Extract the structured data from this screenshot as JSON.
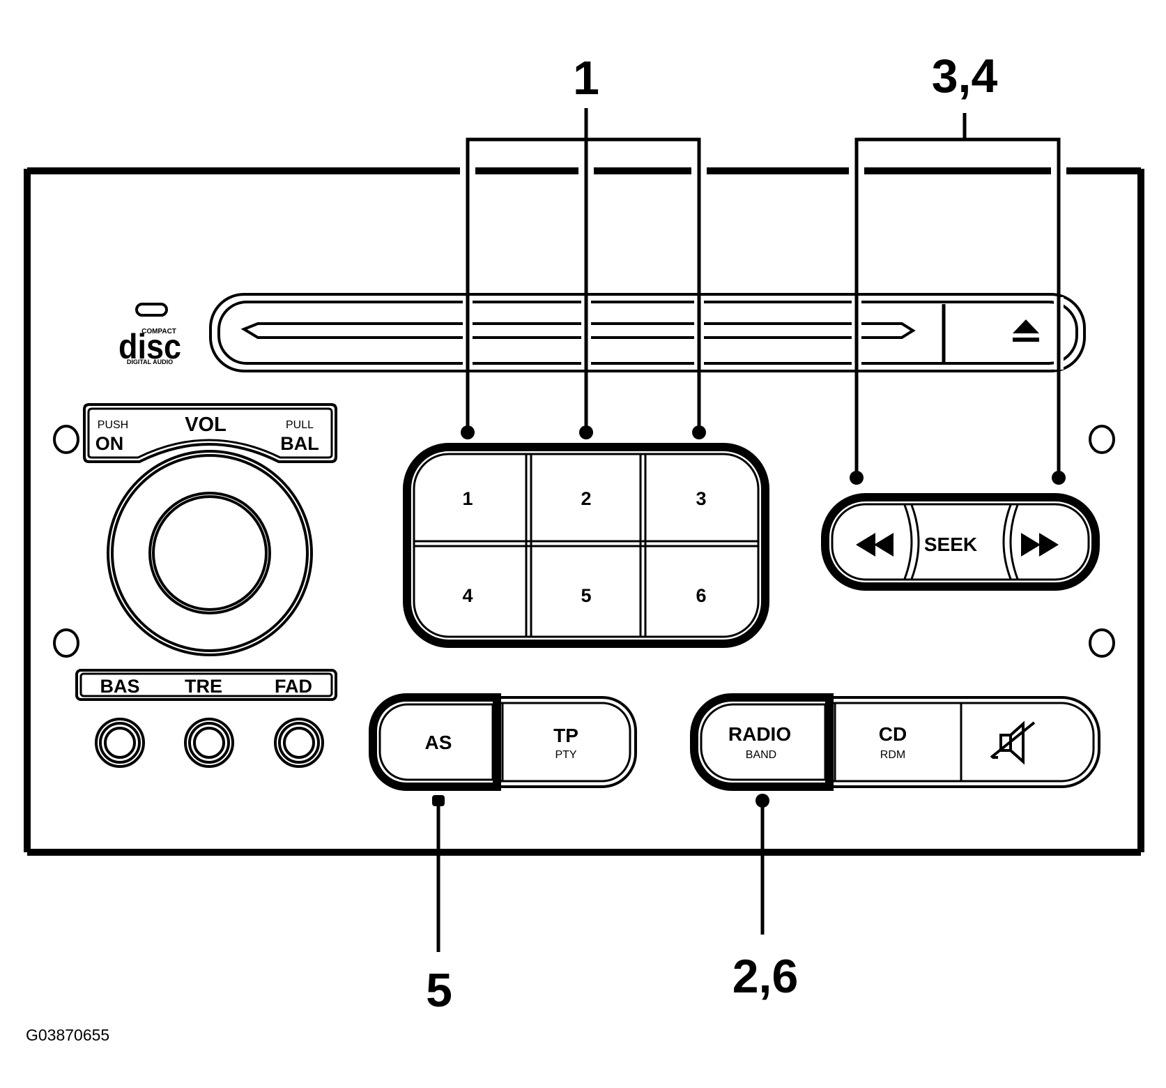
{
  "callouts": {
    "presets": "1",
    "seek": "3,4",
    "as": "5",
    "radio": "2,6"
  },
  "cd_logo": {
    "line1": "COMPACT",
    "main": "disc",
    "line2": "DIGITAL AUDIO"
  },
  "volume": {
    "push": "PUSH",
    "on": "ON",
    "vol": "VOL",
    "pull": "PULL",
    "bal": "BAL"
  },
  "tone": {
    "bas": "BAS",
    "tre": "TRE",
    "fad": "FAD"
  },
  "presets": [
    "1",
    "2",
    "3",
    "4",
    "5",
    "6"
  ],
  "seek": {
    "label": "SEEK",
    "rewind_icon": "rewind-icon",
    "forward_icon": "fast-forward-icon"
  },
  "eject": {
    "icon": "eject-icon"
  },
  "as_button": {
    "label": "AS"
  },
  "tp_button": {
    "label": "TP",
    "sub": "PTY"
  },
  "radio_button": {
    "label": "RADIO",
    "sub": "BAND"
  },
  "cd_button": {
    "label": "CD",
    "sub": "RDM"
  },
  "mute_button": {
    "icon": "mute-icon"
  },
  "figure_id": "G03870655"
}
